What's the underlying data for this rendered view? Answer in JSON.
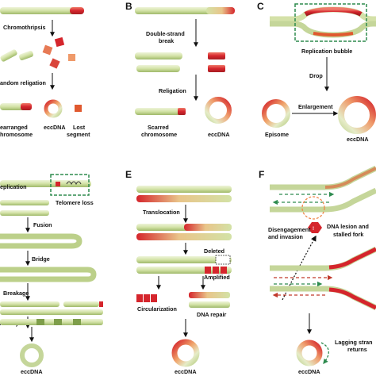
{
  "colors": {
    "chrom_light": "#e2ecc6",
    "chrom_mid": "#bcd08a",
    "chrom_dark": "#7e9e4a",
    "red": "#d5252c",
    "red_dark": "#a61d22",
    "orange": "#f0874a",
    "arrow": "#111111",
    "dash_green": "#2e8b4f",
    "dash_red": "#c0392b"
  },
  "panels": {
    "A": {
      "letter": "",
      "labels": {
        "chromothripsis": "Chromothripsis",
        "random_religation": "andom religation",
        "rearranged_1": "earranged",
        "rearranged_2": "hromosome",
        "eccdna": "eccDNA",
        "lost_1": "Lost",
        "lost_2": "segment"
      }
    },
    "B": {
      "letter": "B",
      "labels": {
        "dsb_1": "Double-strand",
        "dsb_2": "break",
        "religation": "Religation",
        "scarred_1": "Scarred",
        "scarred_2": "chromosome",
        "eccdna": "eccDNA"
      }
    },
    "C": {
      "letter": "C",
      "labels": {
        "bubble": "Replication bubble",
        "drop": "Drop",
        "enlargement": "Enlargement",
        "episome": "Episome",
        "eccdna": "eccDNA"
      }
    },
    "D": {
      "letter": "",
      "labels": {
        "replication": "eplication",
        "telomere_loss": "Telomere loss",
        "fusion": "Fusion",
        "bridge": "Bridge",
        "breakage": "Breakage",
        "bfb_cycle": "/F/B cycle",
        "eccdna": "eccDNA"
      }
    },
    "E": {
      "letter": "E",
      "labels": {
        "translocation": "Translocation",
        "deleted": "Deleted",
        "amplified": "Amplified",
        "circularization": "Circularization",
        "dna_repair": "DNA repair",
        "eccdna": "eccDNA"
      }
    },
    "F": {
      "letter": "F",
      "labels": {
        "lesion_1": "DNA lesion and",
        "lesion_2": "stalled fork",
        "diseng_1": "Disengagement",
        "diseng_2": "and invasion",
        "lagging_1": "Lagging stran",
        "lagging_2": "returns",
        "eccdna": "eccDNA"
      }
    }
  }
}
